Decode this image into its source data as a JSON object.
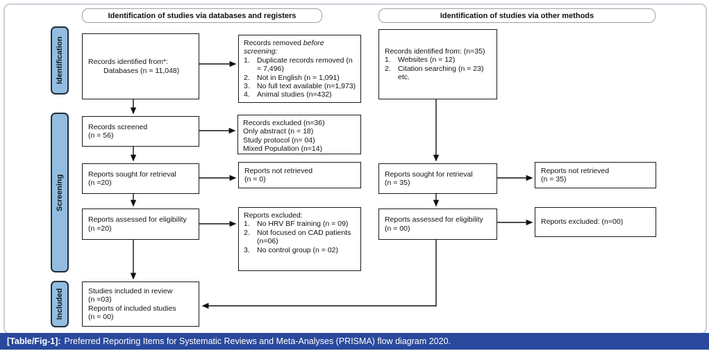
{
  "headers": {
    "databases": "Identification of studies via databases and registers",
    "other": "Identification of studies via other methods"
  },
  "stages": {
    "identification": "Identification",
    "screening": "Screening",
    "included": "Included"
  },
  "left": {
    "identified": {
      "line1": "Records identified from*:",
      "line2": "Databases (n = 11,048)"
    },
    "removed": {
      "title_plain": "Records removed ",
      "title_italic": "before screening:",
      "items": [
        "Duplicate records removed (n = 7,496)",
        "Not in English (n = 1,091)",
        "No full text available (n=1,973)",
        "Animal studies (n=432)"
      ]
    },
    "screened": {
      "line1": "Records screened",
      "line2": "(n = 56)"
    },
    "excluded1": {
      "lines": [
        "Records excluded (n=36)",
        "Only abstract (n = 18)",
        "Study protocol (n= 04)",
        "Mixed Population (n=14)"
      ]
    },
    "sought": {
      "line1": "Reports sought for retrieval",
      "line2": "(n =20)"
    },
    "not_retrieved": {
      "line1": "Reports not retrieved",
      "line2": "(n = 0)"
    },
    "assessed": {
      "line1": "Reports assessed for eligibility",
      "line2": "(n =20)"
    },
    "excluded2": {
      "title": "Reports excluded:",
      "items": [
        "No HRV BF training (n = 09)",
        "Not focused on CAD patients (n=06)",
        "No control group (n = 02)"
      ]
    },
    "included": {
      "lines": [
        "Studies included in review",
        "(n =03)",
        "Reports of included studies",
        "(n = 00)"
      ]
    }
  },
  "right": {
    "identified": {
      "title": "Records identified from: (n=35)",
      "items": [
        "Websites (n = 12)",
        "Citation searching (n = 23)"
      ],
      "etc": "etc."
    },
    "sought": {
      "line1": "Reports sought for retrieval",
      "line2": "(n = 35)"
    },
    "not_retrieved": {
      "line1": "Reports not retrieved",
      "line2": "(n = 35)"
    },
    "assessed": {
      "line1": "Reports assessed for eligibility",
      "line2": "(n = 00)"
    },
    "excluded": "Reports excluded: (n=00)"
  },
  "caption": {
    "label": "[Table/Fig-1]:",
    "text": "Preferred Reporting Items for Systematic Reviews and Meta-Analyses (PRISMA) flow diagram 2020."
  },
  "colors": {
    "stage_fill": "#92bde0",
    "stage_border": "#1e2d3c",
    "caption_bg": "#2a499c",
    "box_border": "#1a1a1a"
  }
}
